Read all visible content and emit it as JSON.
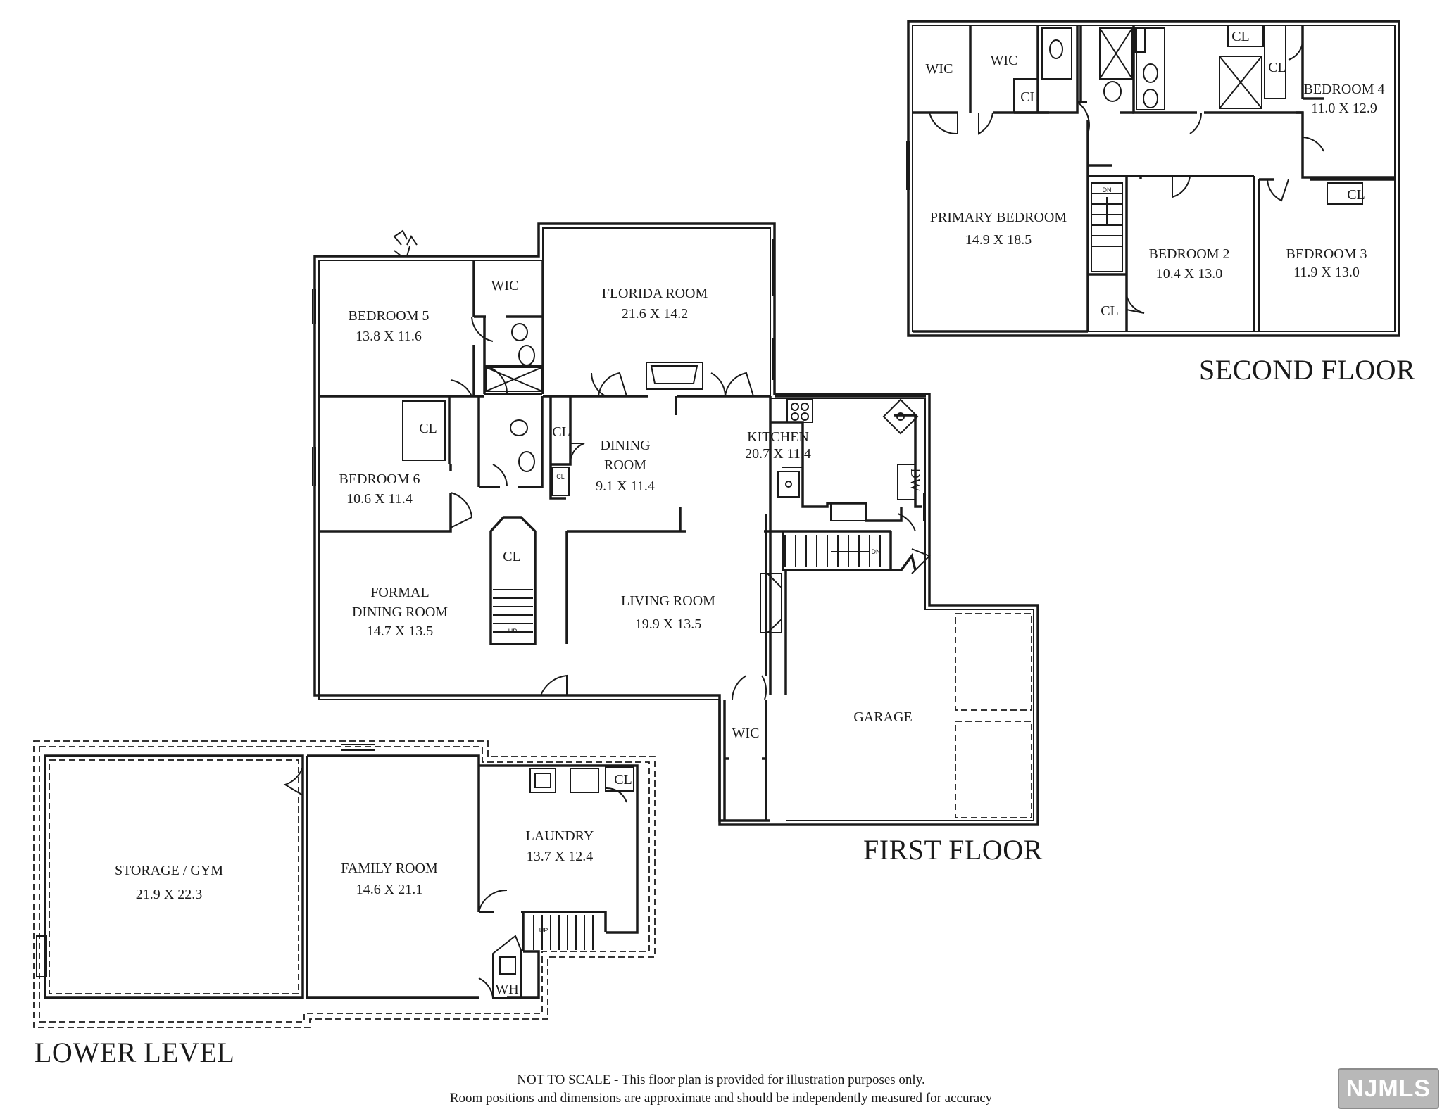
{
  "floors": {
    "second": {
      "title": "SECOND FLOOR"
    },
    "first": {
      "title": "FIRST FLOOR"
    },
    "lower": {
      "title": "LOWER LEVEL"
    }
  },
  "rooms": {
    "second": {
      "wic_a": {
        "name": "WIC"
      },
      "wic_b": {
        "name": "WIC"
      },
      "cl_bath": {
        "name": "CL"
      },
      "cl_top": {
        "name": "CL"
      },
      "cl_bed4": {
        "name": "CL"
      },
      "bedroom4": {
        "name": "BEDROOM 4",
        "dim": "11.0 X 12.9"
      },
      "primary": {
        "name": "PRIMARY BEDROOM",
        "dim": "14.9 X 18.5"
      },
      "bedroom2": {
        "name": "BEDROOM 2",
        "dim": "10.4 X 13.0"
      },
      "bedroom3": {
        "name": "BEDROOM 3",
        "dim": "11.9 X 13.0"
      },
      "cl_bed3": {
        "name": "CL"
      },
      "cl_hall": {
        "name": "CL"
      },
      "stair_dn": {
        "name": "DN"
      }
    },
    "first": {
      "bedroom5": {
        "name": "BEDROOM 5",
        "dim": "13.8 X 11.6"
      },
      "wic_bed5": {
        "name": "WIC"
      },
      "florida": {
        "name": "FLORIDA ROOM",
        "dim": "21.6 X 14.2"
      },
      "bedroom6": {
        "name": "BEDROOM 6",
        "dim": "10.6 X 11.4"
      },
      "cl_bed6": {
        "name": "CL"
      },
      "cl_hall": {
        "name": "CL"
      },
      "cl_small": {
        "name": "CL"
      },
      "dining": {
        "name_1": "DINING",
        "name_2": "ROOM",
        "dim": "9.1 X 11.4"
      },
      "kitchen": {
        "name": "KITCHEN",
        "dim": "20.7 X 11.4"
      },
      "dw": {
        "name": "DW"
      },
      "cl_stair": {
        "name": "CL"
      },
      "formal": {
        "name_1": "FORMAL",
        "name_2": "DINING ROOM",
        "dim": "14.7 X 13.5"
      },
      "living": {
        "name": "LIVING ROOM",
        "dim": "19.9 X 13.5"
      },
      "garage": {
        "name": "GARAGE"
      },
      "wic_garage": {
        "name": "WIC"
      },
      "stair_up": {
        "name": "UP"
      },
      "stair_dn": {
        "name": "DN"
      }
    },
    "lower": {
      "storage": {
        "name": "STORAGE / GYM",
        "dim": "21.9 X 22.3"
      },
      "family": {
        "name": "FAMILY ROOM",
        "dim": "14.6 X 21.1"
      },
      "laundry": {
        "name": "LAUNDRY",
        "dim": "13.7 X 12.4"
      },
      "cl_laundry": {
        "name": "CL"
      },
      "wh": {
        "name": "WH"
      },
      "stair_up": {
        "name": "UP"
      }
    }
  },
  "disclaimer": {
    "line1": "NOT TO SCALE - This floor plan is provided for illustration purposes only.",
    "line2": "Room positions and dimensions are approximate and should be independently measured for accuracy"
  },
  "badge": {
    "text": "NJMLS"
  },
  "colors": {
    "wall": "#1a1a1a",
    "paper": "#ffffff",
    "badge": "#b8b8b8"
  }
}
